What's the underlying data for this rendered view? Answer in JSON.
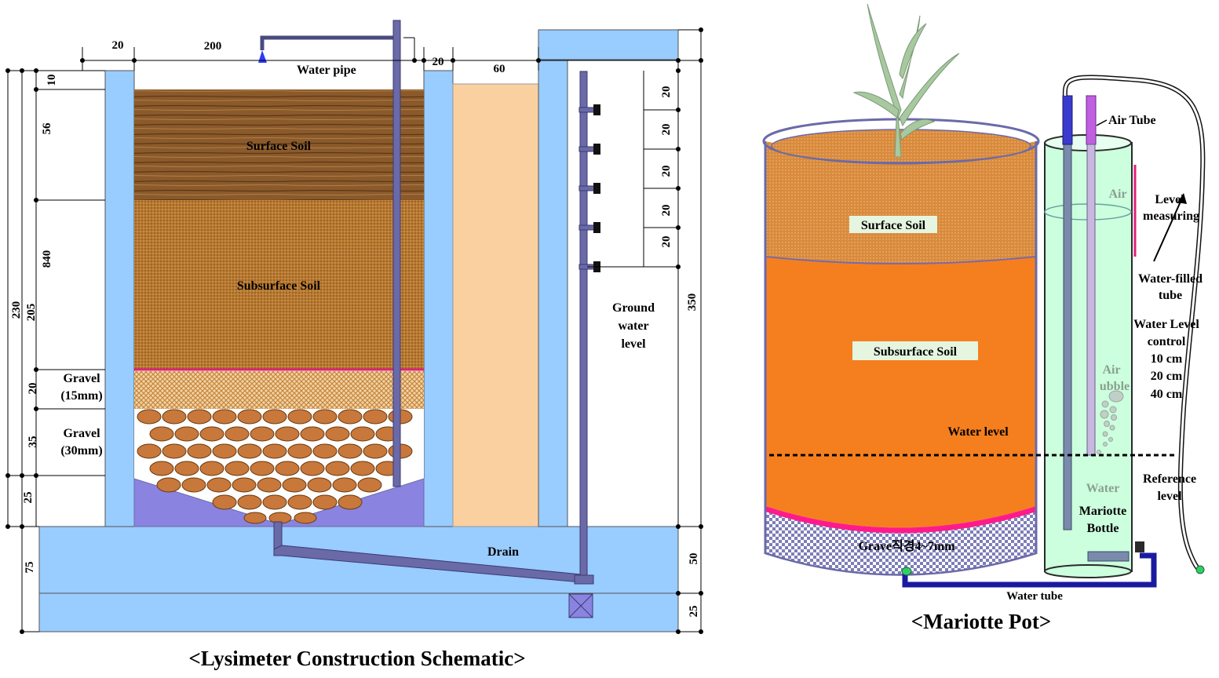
{
  "lysimeter": {
    "caption": "<Lysimeter Construction Schematic>",
    "labels": {
      "water_pipe": "Water pipe",
      "surface_soil": "Surface Soil",
      "subsurface_soil": "Subsurface Soil",
      "gravel_15_a": "Gravel",
      "gravel_15_b": "(15mm)",
      "gravel_30_a": "Gravel",
      "gravel_30_b": "(30mm)",
      "drain": "Drain",
      "gw_1": "Ground",
      "gw_2": "water",
      "gw_3": "level"
    },
    "dims": {
      "top_wall": "20",
      "top_width": "200",
      "top_wall_right": "20",
      "top_60": "60",
      "d10": "10",
      "d56": "56",
      "d840": "840",
      "d205": "205",
      "d230": "230",
      "d20g": "20",
      "d35": "35",
      "d25": "25",
      "d75": "75",
      "d350": "350",
      "d50": "50",
      "d25b": "25",
      "r1": "20",
      "r2": "20",
      "r3": "20",
      "r4": "20",
      "r5": "20"
    }
  },
  "mariotte": {
    "caption": "<Mariotte Pot>",
    "labels": {
      "surface_soil": "Surface Soil",
      "subsurface_soil": "Subsurface Soil",
      "gravel": "Grave직경4~7mm",
      "water_level": "Water level",
      "air_tube": "Air Tube",
      "air": "Air",
      "level_1": "Level",
      "level_2": "measuring",
      "wft_1": "Water-filled",
      "wft_2": "tube",
      "wlc_1": "Water Level",
      "wlc_2": "control",
      "wlc_3": "10 cm",
      "wlc_4": "20 cm",
      "wlc_5": "40 cm",
      "air_bubble_1": "Air",
      "air_bubble_2": "ubble",
      "ref_1": "Reference",
      "ref_2": "level",
      "water": "Water",
      "mb_1": "Mariotte",
      "mb_2": "Bottle",
      "water_tube": "Water tube"
    }
  },
  "colors": {
    "wall": "#99ccff",
    "surface_soil": "#8b5a2b",
    "subsurface_soil": "#b8782e",
    "gravel": "#d9a866",
    "pebble": "#c8783a",
    "cone": "#8a84e0",
    "gw_column": "#fbd0a0",
    "pipe": "#6a6aa8",
    "pot_orange": "#f57f1f",
    "bottle": "#ccffdd",
    "magenta": "#ff1a8c"
  }
}
